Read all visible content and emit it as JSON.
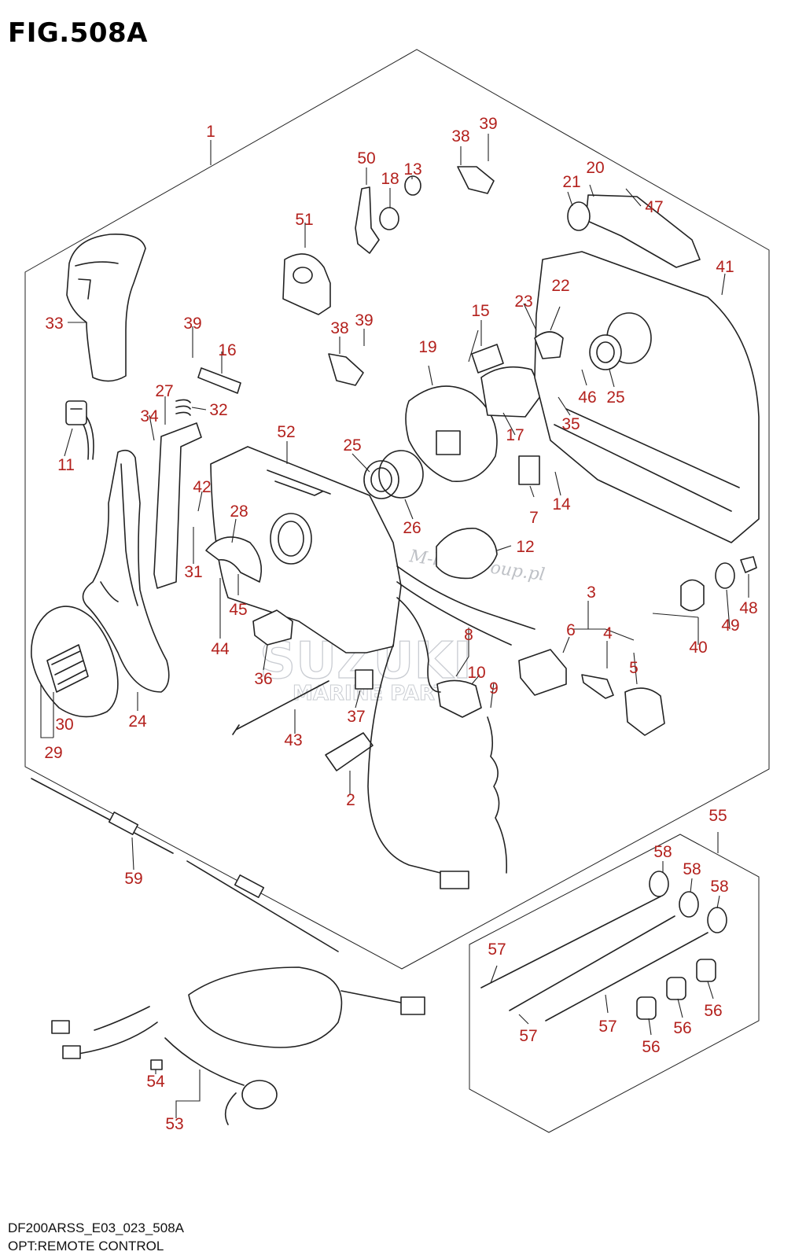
{
  "figure": {
    "title": "FIG.508A",
    "code": "DF200ARSS_E03_023_508A",
    "caption": "OPT:REMOTE CONTROL"
  },
  "watermarks": {
    "site": "M-boatgroup.pl",
    "brand": "SUZUKI",
    "sub": "MARINE PARTS"
  },
  "colors": {
    "label": "#b3211d",
    "line": "#222222",
    "watermark": "#c9ccd2"
  },
  "callouts": [
    {
      "id": "1",
      "text": "1"
    },
    {
      "id": "2",
      "text": "2"
    },
    {
      "id": "3",
      "text": "3"
    },
    {
      "id": "4",
      "text": "4"
    },
    {
      "id": "5",
      "text": "5"
    },
    {
      "id": "6",
      "text": "6"
    },
    {
      "id": "7",
      "text": "7"
    },
    {
      "id": "8",
      "text": "8"
    },
    {
      "id": "9",
      "text": "9"
    },
    {
      "id": "10",
      "text": "10"
    },
    {
      "id": "11",
      "text": "11"
    },
    {
      "id": "12",
      "text": "12"
    },
    {
      "id": "13",
      "text": "13"
    },
    {
      "id": "14",
      "text": "14"
    },
    {
      "id": "15",
      "text": "15"
    },
    {
      "id": "16",
      "text": "16"
    },
    {
      "id": "17",
      "text": "17"
    },
    {
      "id": "18",
      "text": "18"
    },
    {
      "id": "19",
      "text": "19"
    },
    {
      "id": "20",
      "text": "20"
    },
    {
      "id": "21",
      "text": "21"
    },
    {
      "id": "22",
      "text": "22"
    },
    {
      "id": "23",
      "text": "23"
    },
    {
      "id": "24",
      "text": "24"
    },
    {
      "id": "25a",
      "text": "25"
    },
    {
      "id": "25b",
      "text": "25"
    },
    {
      "id": "26",
      "text": "26"
    },
    {
      "id": "27",
      "text": "27"
    },
    {
      "id": "28",
      "text": "28"
    },
    {
      "id": "29",
      "text": "29"
    },
    {
      "id": "30",
      "text": "30"
    },
    {
      "id": "31",
      "text": "31"
    },
    {
      "id": "32",
      "text": "32"
    },
    {
      "id": "33",
      "text": "33"
    },
    {
      "id": "34",
      "text": "34"
    },
    {
      "id": "35",
      "text": "35"
    },
    {
      "id": "36",
      "text": "36"
    },
    {
      "id": "37",
      "text": "37"
    },
    {
      "id": "38a",
      "text": "38"
    },
    {
      "id": "38b",
      "text": "38"
    },
    {
      "id": "39a",
      "text": "39"
    },
    {
      "id": "39b",
      "text": "39"
    },
    {
      "id": "39c",
      "text": "39"
    },
    {
      "id": "40",
      "text": "40"
    },
    {
      "id": "41",
      "text": "41"
    },
    {
      "id": "42",
      "text": "42"
    },
    {
      "id": "43",
      "text": "43"
    },
    {
      "id": "44",
      "text": "44"
    },
    {
      "id": "45",
      "text": "45"
    },
    {
      "id": "46",
      "text": "46"
    },
    {
      "id": "47",
      "text": "47"
    },
    {
      "id": "48",
      "text": "48"
    },
    {
      "id": "49",
      "text": "49"
    },
    {
      "id": "50",
      "text": "50"
    },
    {
      "id": "51",
      "text": "51"
    },
    {
      "id": "52",
      "text": "52"
    },
    {
      "id": "53",
      "text": "53"
    },
    {
      "id": "54",
      "text": "54"
    },
    {
      "id": "55",
      "text": "55"
    },
    {
      "id": "56a",
      "text": "56"
    },
    {
      "id": "56b",
      "text": "56"
    },
    {
      "id": "56c",
      "text": "56"
    },
    {
      "id": "57a",
      "text": "57"
    },
    {
      "id": "57b",
      "text": "57"
    },
    {
      "id": "57c",
      "text": "57"
    },
    {
      "id": "58a",
      "text": "58"
    },
    {
      "id": "58b",
      "text": "58"
    },
    {
      "id": "58c",
      "text": "58"
    },
    {
      "id": "59",
      "text": "59"
    }
  ]
}
